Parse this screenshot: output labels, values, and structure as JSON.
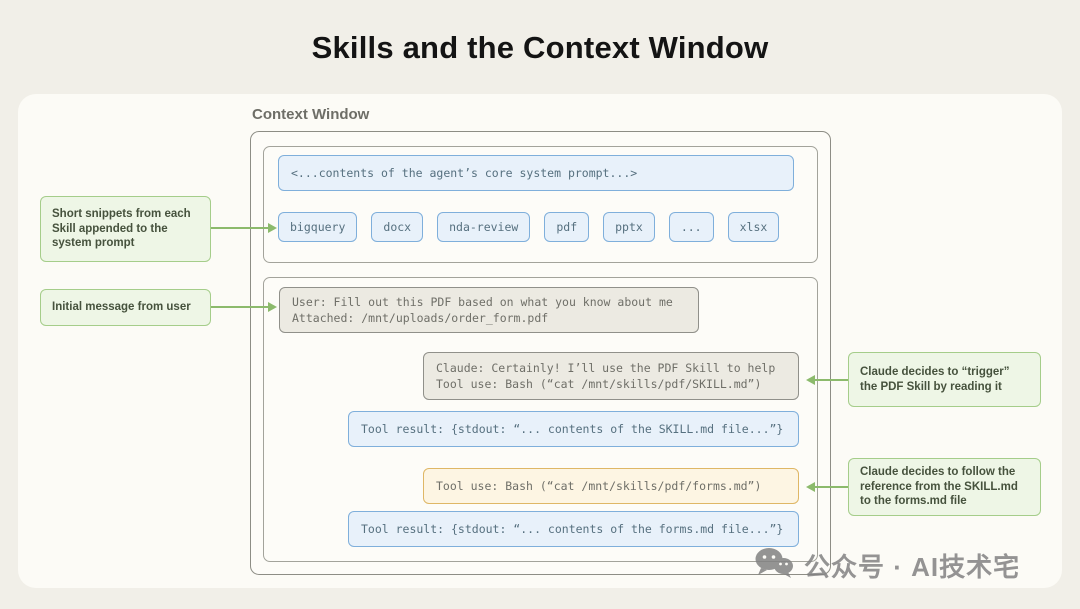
{
  "page": {
    "title": "Skills and the Context Window",
    "watermark": "公众号 · AI技术宅"
  },
  "context_window": {
    "label": "Context Window",
    "system_prompt": "<...contents of the agent’s core system prompt...>",
    "skills": [
      "bigquery",
      "docx",
      "nda-review",
      "pdf",
      "pptx",
      "...",
      "xlsx"
    ],
    "messages": {
      "user": {
        "line1": "User: Fill out this PDF based on what you know about me",
        "line2": "Attached: /mnt/uploads/order_form.pdf"
      },
      "claude": {
        "line1": "Claude: Certainly! I’ll use the PDF Skill to help",
        "line2": "Tool use: Bash (“cat /mnt/skills/pdf/SKILL.md”)"
      },
      "tool_result_1": "Tool result: {stdout: “... contents of the SKILL.md file...”}",
      "tool_use_2": "Tool use: Bash (“cat /mnt/skills/pdf/forms.md”)",
      "tool_result_2": "Tool result: {stdout: “... contents of the forms.md file...”}"
    }
  },
  "annotations": {
    "left1": "Short snippets from each Skill appended to the system prompt",
    "left2": "Initial message from user",
    "right1": "Claude decides to “trigger” the PDF Skill by reading it",
    "right2": "Claude decides to follow the reference from the SKILL.md to the forms.md file"
  },
  "colors": {
    "accent_blue": "#7fafdb",
    "accent_green": "#8cba6c",
    "accent_orange": "#dfb766"
  }
}
